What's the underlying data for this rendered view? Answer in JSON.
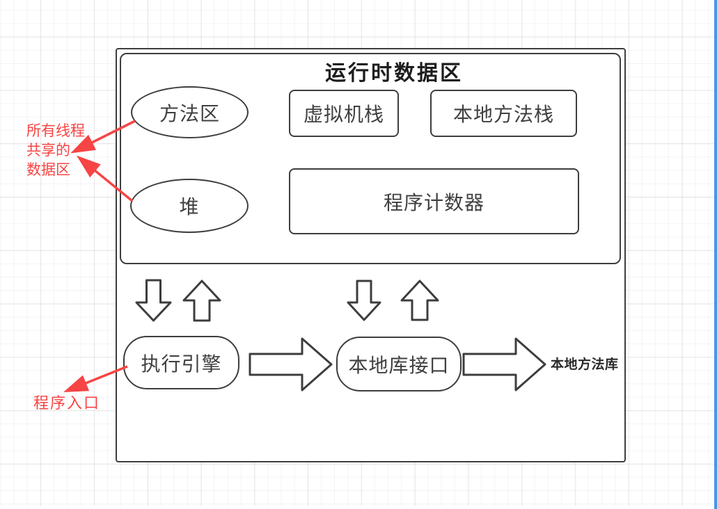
{
  "diagram": {
    "title": "运行时数据区",
    "nodes": {
      "method_area": {
        "label": "方法区",
        "shape": "ellipse"
      },
      "vm_stack": {
        "label": "虚拟机栈",
        "shape": "rect"
      },
      "native_method_stack": {
        "label": "本地方法栈",
        "shape": "rect"
      },
      "heap": {
        "label": "堆",
        "shape": "ellipse"
      },
      "program_counter": {
        "label": "程序计数器",
        "shape": "rect"
      },
      "execution_engine": {
        "label": "执行引擎",
        "shape": "rounded-rect"
      },
      "native_interface": {
        "label": "本地库接口",
        "shape": "rounded-rect"
      },
      "native_method_library": {
        "label": "本地方法库",
        "shape": "text"
      }
    },
    "annotations": {
      "shared_note": {
        "lines": [
          "所有线程",
          "共享的",
          "数据区"
        ]
      },
      "entry_note": {
        "text": "程序入口"
      }
    },
    "colors": {
      "shape_stroke": "#3d3d3d",
      "annotation_red": "#f74444",
      "scrollbar_blue": "#4598e8"
    }
  }
}
